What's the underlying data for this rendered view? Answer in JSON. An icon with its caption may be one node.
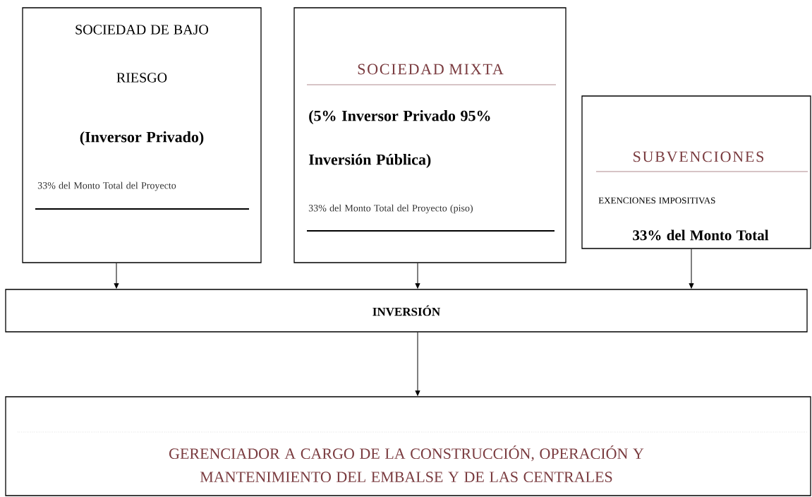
{
  "diagram": {
    "nodes": [
      {
        "text": [
          "SOCIEDAD DE BAJO RIESGO",
          "(Inversor Privado)",
          "33% del Monto Total del Proyecto"
        ]
      },
      {
        "text": [
          "SOCIEDAD MIXTA",
          "(5% Inversor Privado 95% Inversión Pública)",
          "33% del Monto Total del Proyecto (piso)"
        ]
      },
      {
        "text": [
          "SUBVENCIONES",
          "EXENCIONES IMPOSITIVAS",
          "33% del Monto Total"
        ]
      },
      {
        "text": [
          "INVERSIÓN"
        ]
      },
      {
        "text": [
          "GERENCIADOR A CARGO DE LA CONSTRUCCIÓN, OPERACIÓN Y MANTENIMIENTO DEL EMBALSE Y DE LAS CENTRALES"
        ]
      }
    ],
    "edges": [
      {
        "from": 0,
        "to": 3,
        "arrow": "to"
      },
      {
        "from": 1,
        "to": 3,
        "arrow": "to"
      },
      {
        "from": 2,
        "to": 3,
        "arrow": "to"
      },
      {
        "from": 3,
        "to": 4,
        "arrow": "to"
      }
    ]
  }
}
